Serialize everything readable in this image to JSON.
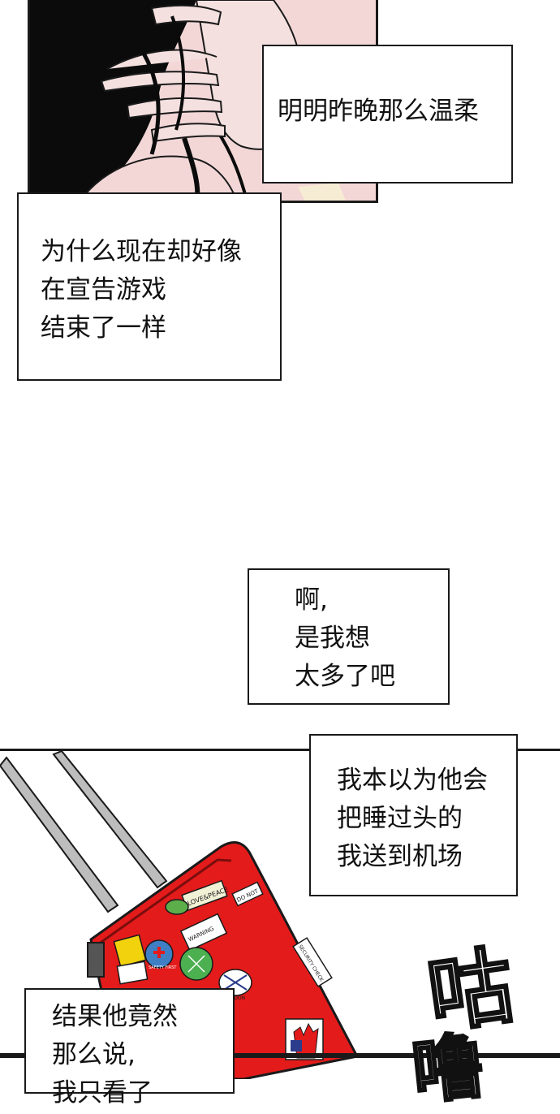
{
  "captions": {
    "c1": {
      "lines": [
        "明明昨晚那么温柔"
      ]
    },
    "c2": {
      "lines": [
        "为什么现在却好像",
        "在宣告游戏",
        "结束了一样"
      ]
    },
    "c3": {
      "lines": [
        "啊,",
        "是我想",
        "太多了吧"
      ]
    },
    "c4": {
      "lines": [
        "我本以为他会",
        "把睡过头的",
        "我送到机场"
      ]
    },
    "c5": {
      "lines": [
        "结果他竟然",
        "那么说,",
        "我只看了"
      ]
    }
  },
  "stickers": {
    "love_peace": "LOVE&PEACE",
    "do_not": "DO NOT",
    "warning": "WARNING",
    "safety_first": "SAFETY FIRST",
    "security_check": "SECURITY CHECK",
    "london": "LONDON"
  },
  "sfx": {
    "top": "咕",
    "bottom": "噜"
  },
  "colors": {
    "skin": "#f3d7d7",
    "hair": "#0b0b0b",
    "suitcase": "#e41b1b",
    "ink": "#1a1a1a"
  }
}
